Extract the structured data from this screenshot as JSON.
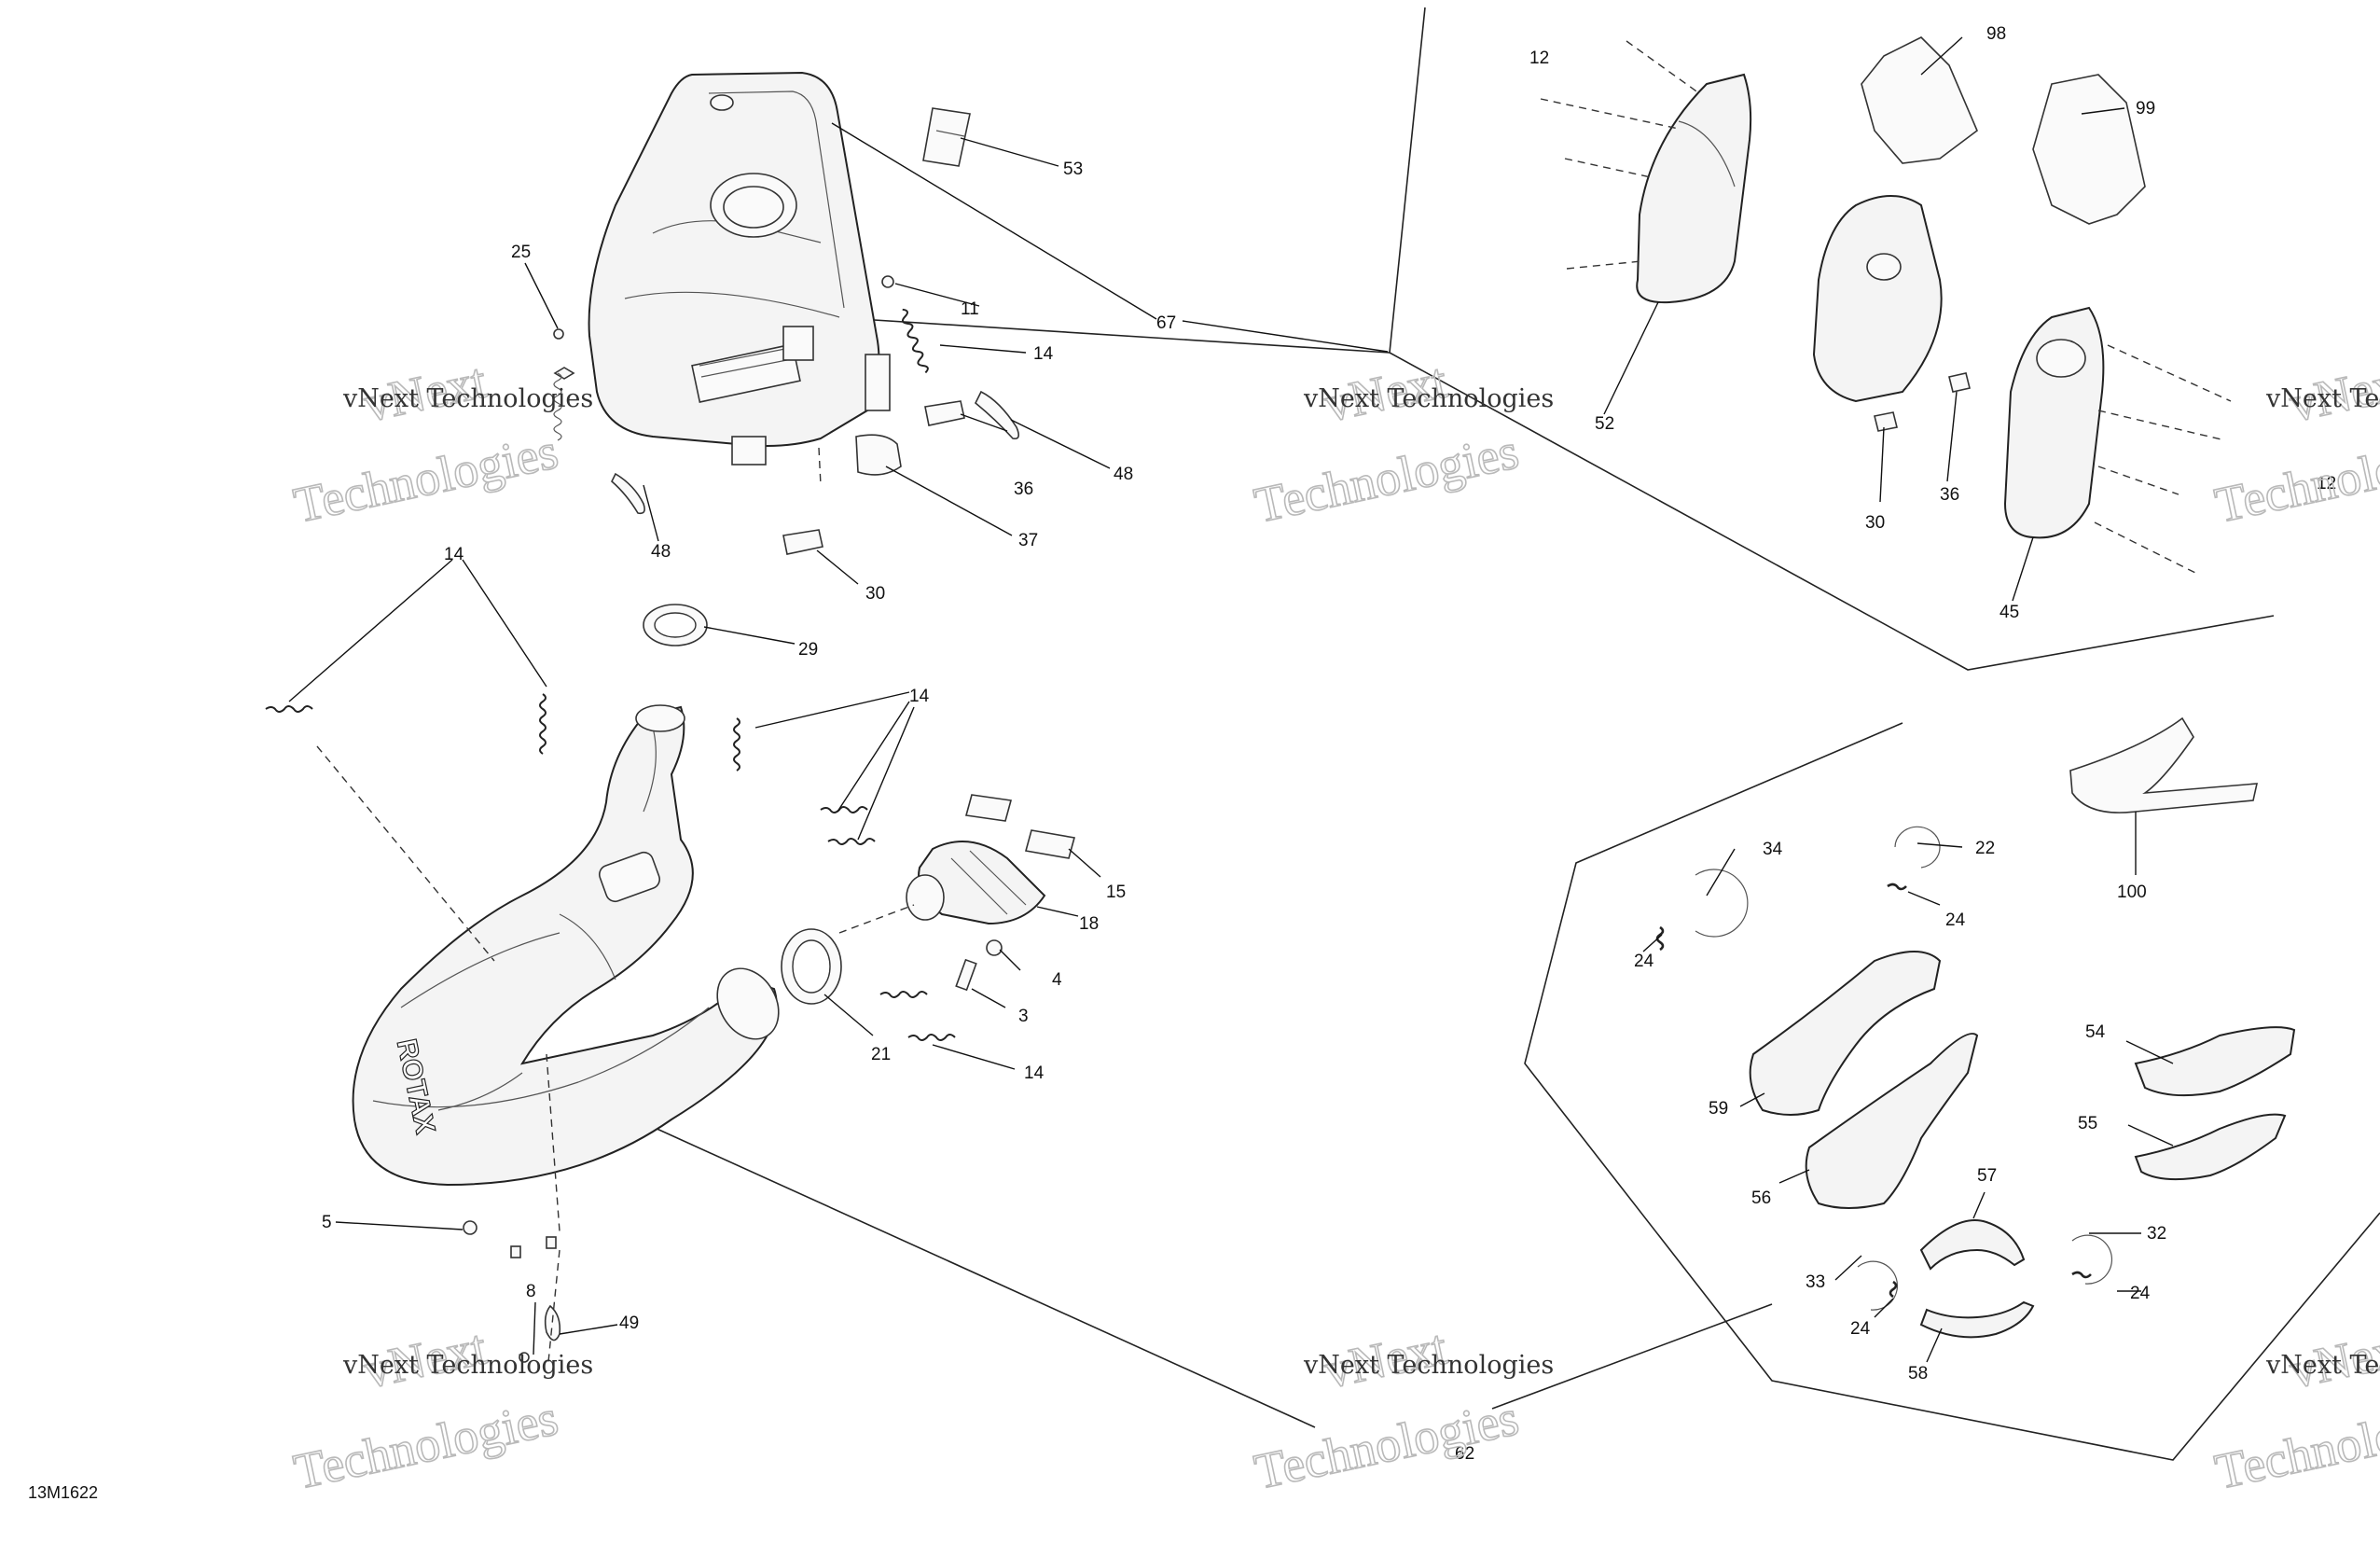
{
  "diagram": {
    "reference_code": "13M1622",
    "callouts": [
      {
        "id": "c53a",
        "text": "53"
      },
      {
        "id": "c25",
        "text": "25"
      },
      {
        "id": "c11",
        "text": "11"
      },
      {
        "id": "c14a",
        "text": "14"
      },
      {
        "id": "c67",
        "text": "67"
      },
      {
        "id": "c48a",
        "text": "48"
      },
      {
        "id": "c36a",
        "text": "36"
      },
      {
        "id": "c37",
        "text": "37"
      },
      {
        "id": "c48b",
        "text": "48"
      },
      {
        "id": "c30a",
        "text": "30"
      },
      {
        "id": "c14b",
        "text": "14"
      },
      {
        "id": "c29",
        "text": "29"
      },
      {
        "id": "c14c",
        "text": "14"
      },
      {
        "id": "c15",
        "text": "15"
      },
      {
        "id": "c18",
        "text": "18"
      },
      {
        "id": "c4",
        "text": "4"
      },
      {
        "id": "c3",
        "text": "3"
      },
      {
        "id": "c21",
        "text": "21"
      },
      {
        "id": "c14d",
        "text": "14"
      },
      {
        "id": "c5",
        "text": "5"
      },
      {
        "id": "c8",
        "text": "8"
      },
      {
        "id": "c49",
        "text": "49"
      },
      {
        "id": "c62",
        "text": "62"
      },
      {
        "id": "c12a",
        "text": "12"
      },
      {
        "id": "c98",
        "text": "98"
      },
      {
        "id": "c99",
        "text": "99"
      },
      {
        "id": "c52",
        "text": "52"
      },
      {
        "id": "c30b",
        "text": "30"
      },
      {
        "id": "c36b",
        "text": "36"
      },
      {
        "id": "c45",
        "text": "45"
      },
      {
        "id": "c12b",
        "text": "12"
      },
      {
        "id": "c34",
        "text": "34"
      },
      {
        "id": "c22",
        "text": "22"
      },
      {
        "id": "c24a",
        "text": "24"
      },
      {
        "id": "c24b",
        "text": "24"
      },
      {
        "id": "c100",
        "text": "100"
      },
      {
        "id": "c59",
        "text": "59"
      },
      {
        "id": "c54",
        "text": "54"
      },
      {
        "id": "c55",
        "text": "55"
      },
      {
        "id": "c56",
        "text": "56"
      },
      {
        "id": "c57",
        "text": "57"
      },
      {
        "id": "c33",
        "text": "33"
      },
      {
        "id": "c32",
        "text": "32"
      },
      {
        "id": "c24c",
        "text": "24"
      },
      {
        "id": "c24d",
        "text": "24"
      },
      {
        "id": "c58",
        "text": "58"
      }
    ],
    "watermarks": [
      {
        "name": "vNext Technologies",
        "ghost": "Technologies",
        "ghost2": "vNext"
      },
      {
        "name": "vNext Technologies",
        "ghost": "Technologies",
        "ghost2": "vNext"
      },
      {
        "name": "vNext Technologies",
        "ghost": "Technologies",
        "ghost2": "vNext"
      },
      {
        "name": "vNext Technologies",
        "ghost": "Technologies",
        "ghost2": "vNext"
      },
      {
        "name": "vNext Technologies",
        "ghost": "Technologies",
        "ghost2": "vNext"
      },
      {
        "name": "vNext Technologies",
        "ghost": "Technologies",
        "ghost2": "vNext"
      }
    ],
    "rotax_label": "ROTAX"
  }
}
